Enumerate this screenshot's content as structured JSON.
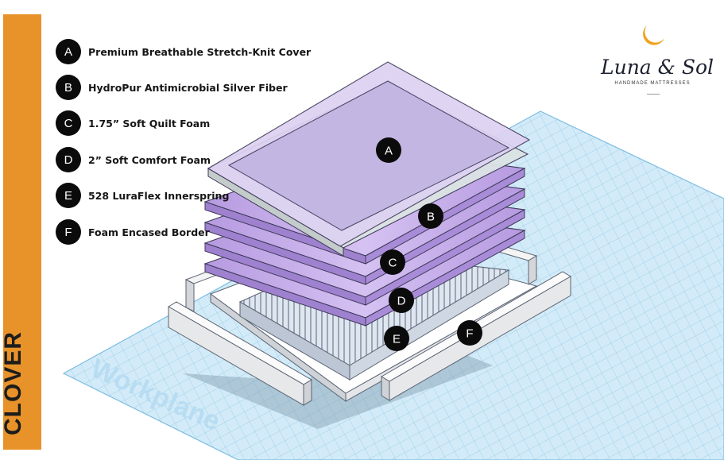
{
  "brand": {
    "side_label": "CLOVER",
    "logo_text": "Luna & Sol",
    "logo_tagline": "HANDMADE MATTRESSES"
  },
  "layers": [
    {
      "letter": "A",
      "label": "Premium Breathable Stretch-Knit Cover"
    },
    {
      "letter": "B",
      "label": "HydroPur Antimicrobial Silver Fiber"
    },
    {
      "letter": "C",
      "label": "1.75” Soft Quilt Foam"
    },
    {
      "letter": "D",
      "label": "2” Soft Comfort Foam"
    },
    {
      "letter": "E",
      "label": "528 LuraFlex Innerspring"
    },
    {
      "letter": "F",
      "label": "Foam Encased Border"
    }
  ],
  "workplane_label": "Workplane",
  "colors": {
    "accent_band": "#e8922a",
    "cover": "#c9bde6",
    "foam": "#b89be0",
    "fiber": "#dfe6e6",
    "grid": "#a8d6ef",
    "badge": "#0b0b0b"
  },
  "icons": [
    "moon-icon"
  ]
}
